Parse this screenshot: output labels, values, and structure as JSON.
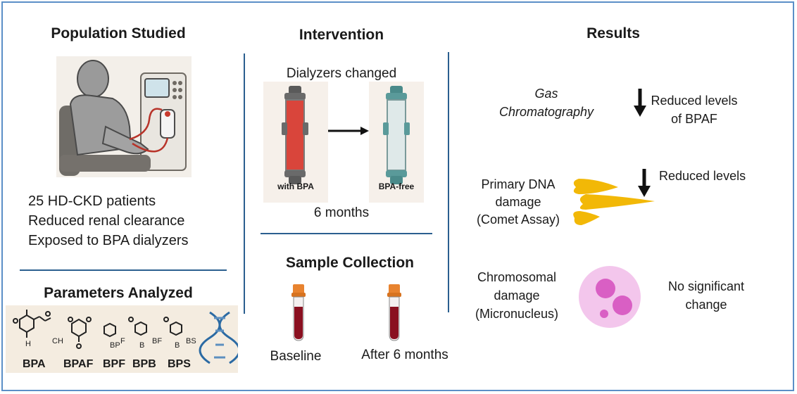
{
  "population": {
    "heading": "Population Studied",
    "lines": [
      "25 HD-CKD patients",
      "Reduced renal clearance",
      "Exposed to BPA dialyzers"
    ]
  },
  "parameters": {
    "heading": "Parameters Analyzed",
    "compounds": [
      "BPA",
      "BPAF",
      "BPF",
      "BPB",
      "BPS"
    ],
    "structure_text": {
      "bpa_sub": "CH",
      "bpa_h": "H",
      "bpf_sub": "BP",
      "bpf_f": "F",
      "bpb_sub": "B",
      "bpb_bf": "BF",
      "bps_sub": "B",
      "bps_bs": "BS"
    }
  },
  "intervention": {
    "heading": "Intervention",
    "caption": "Dialyzers changed",
    "left_label": "with BPA",
    "right_label": "BPA-free",
    "duration": "6 months"
  },
  "sample": {
    "heading": "Sample Collection",
    "left_label": "Baseline",
    "right_label": "After 6 months"
  },
  "results": {
    "heading": "Results",
    "gc": {
      "label_1": "Gas",
      "label_2": "Chromatography",
      "result_1": "Reduced levels",
      "result_2": "of BPAF"
    },
    "dna": {
      "label_1": "Primary DNA",
      "label_2": "damage",
      "label_3": "(Comet Assay)",
      "result": "Reduced levels"
    },
    "chrom": {
      "label_1": "Chromosomal",
      "label_2": "damage",
      "label_3": "(Micronucleus)",
      "result_1": "No significant",
      "result_2": "change"
    }
  },
  "colors": {
    "divider": "#2b5f8f",
    "border": "#5b8fc7",
    "dialyzer_red": "#d9453b",
    "comet": "#f2b807",
    "cell": "#f3c6ec",
    "nucleus": "#d95fc4",
    "tube_cap": "#e8832f",
    "blood": "#8a1020"
  }
}
